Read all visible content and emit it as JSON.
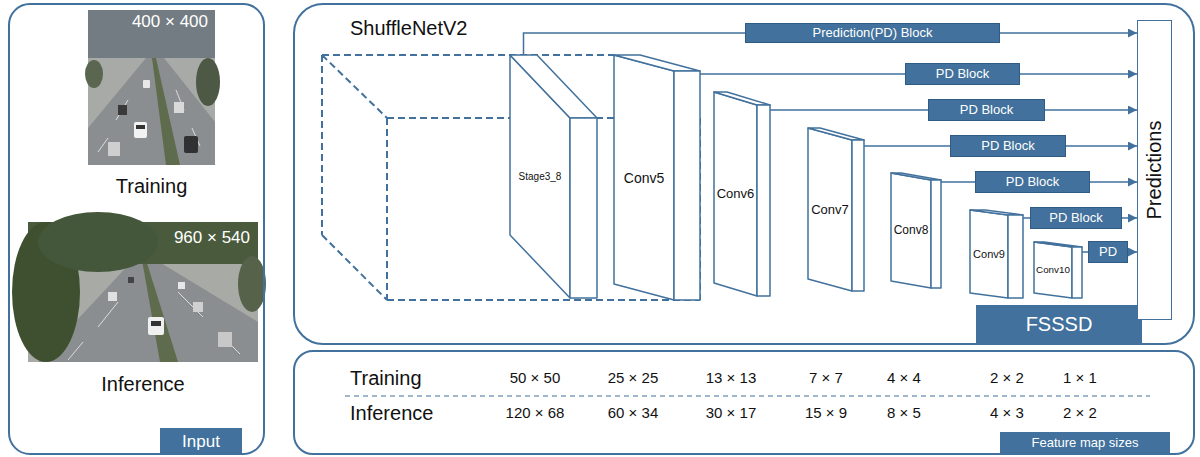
{
  "diagram": {
    "nodes": [
      {
        "text": [
          "Input"
        ]
      },
      {
        "text": [
          "400 × 400",
          "Training"
        ],
        "in": 0
      },
      {
        "text": [
          "960 × 540",
          "Inference"
        ],
        "in": 0
      },
      {
        "text": [
          "ShuffleNetV2",
          "FSSSD"
        ]
      },
      {
        "text": [
          "Stage3_8"
        ],
        "in": 3
      },
      {
        "text": [
          "Conv5"
        ],
        "in": 3
      },
      {
        "text": [
          "Conv6"
        ],
        "in": 3
      },
      {
        "text": [
          "Conv7"
        ],
        "in": 3
      },
      {
        "text": [
          "Conv8"
        ],
        "in": 3
      },
      {
        "text": [
          "Conv9"
        ],
        "in": 3
      },
      {
        "text": [
          "Conv10"
        ],
        "in": 3
      },
      {
        "text": [
          "Prediction(PD) Block"
        ],
        "in": 3
      },
      {
        "text": [
          "PD Block"
        ],
        "in": 3
      },
      {
        "text": [
          "PD Block"
        ],
        "in": 3
      },
      {
        "text": [
          "PD Block"
        ],
        "in": 3
      },
      {
        "text": [
          "PD Block"
        ],
        "in": 3
      },
      {
        "text": [
          "PD Block"
        ],
        "in": 3
      },
      {
        "text": [
          "PD"
        ],
        "in": 3
      },
      {
        "text": [
          "Predictions"
        ],
        "in": 3
      },
      {
        "text": [
          "Feature map sizes"
        ]
      }
    ],
    "edges": [
      {
        "from": 4,
        "to": 11,
        "arrow": "none"
      },
      {
        "from": 11,
        "to": 18,
        "arrow": "to"
      },
      {
        "from": 5,
        "to": 12,
        "arrow": "none"
      },
      {
        "from": 12,
        "to": 18,
        "arrow": "to"
      },
      {
        "from": 6,
        "to": 13,
        "arrow": "none"
      },
      {
        "from": 13,
        "to": 18,
        "arrow": "to"
      },
      {
        "from": 7,
        "to": 14,
        "arrow": "none"
      },
      {
        "from": 14,
        "to": 18,
        "arrow": "to"
      },
      {
        "from": 8,
        "to": 15,
        "arrow": "none"
      },
      {
        "from": 15,
        "to": 18,
        "arrow": "to"
      },
      {
        "from": 9,
        "to": 16,
        "arrow": "none"
      },
      {
        "from": 16,
        "to": 18,
        "arrow": "to"
      },
      {
        "from": 10,
        "to": 17,
        "arrow": "none"
      },
      {
        "from": 17,
        "to": 18,
        "arrow": "to"
      }
    ],
    "labels": [
      "Training",
      "50 × 50",
      "25 × 25",
      "13 × 13",
      "7 × 7",
      "4 × 4",
      "2 × 2",
      "1 × 1",
      "Inference",
      "120 × 68",
      "60 × 34",
      "30 × 17",
      "15 × 9",
      "8 × 5",
      "4 × 3",
      "2 × 2"
    ]
  }
}
